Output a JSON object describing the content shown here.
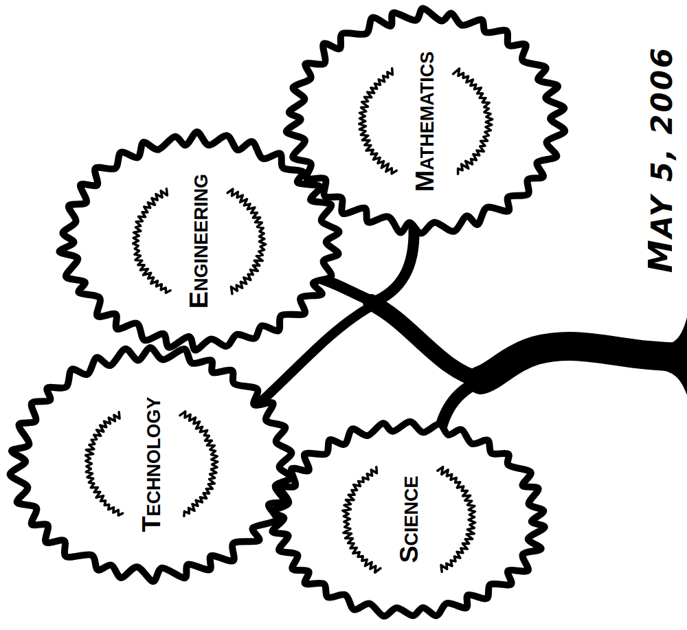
{
  "diagram": {
    "nodes": [
      {
        "text": [
          "SCIENCE"
        ]
      },
      {
        "text": [
          "TECHNOLOGY"
        ]
      },
      {
        "text": [
          "ENGINEERING"
        ]
      },
      {
        "text": [
          "MATHEMATICS"
        ]
      }
    ],
    "labels": [
      "MAY 5, 2006"
    ]
  }
}
